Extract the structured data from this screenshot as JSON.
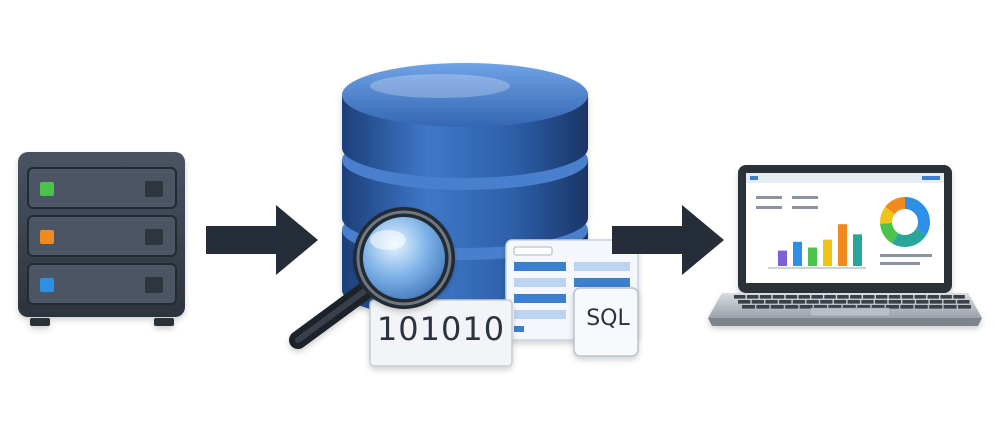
{
  "diagram": {
    "binary_label": "101010",
    "sql_label": "SQL",
    "nodes": [
      "server-icon",
      "database-icon",
      "magnifier-icon",
      "table-document-icon",
      "sql-document-icon",
      "laptop-dashboard-icon"
    ],
    "arrows": [
      "server-to-database",
      "database-to-laptop"
    ],
    "colors": {
      "server_body": "#3a4350",
      "server_led_green": "#4cc24a",
      "server_led_orange": "#f08a1e",
      "server_led_blue": "#2f8fe6",
      "database_blue": "#2d5fa8",
      "arrow": "#252d38",
      "bar_colors": [
        "#7b61d9",
        "#2f8fe6",
        "#4cc24a",
        "#f0c419",
        "#f08a1e",
        "#2aa59b"
      ]
    },
    "dashboard_bars": [
      0.35,
      0.55,
      0.42,
      0.6,
      0.95,
      0.72
    ]
  }
}
